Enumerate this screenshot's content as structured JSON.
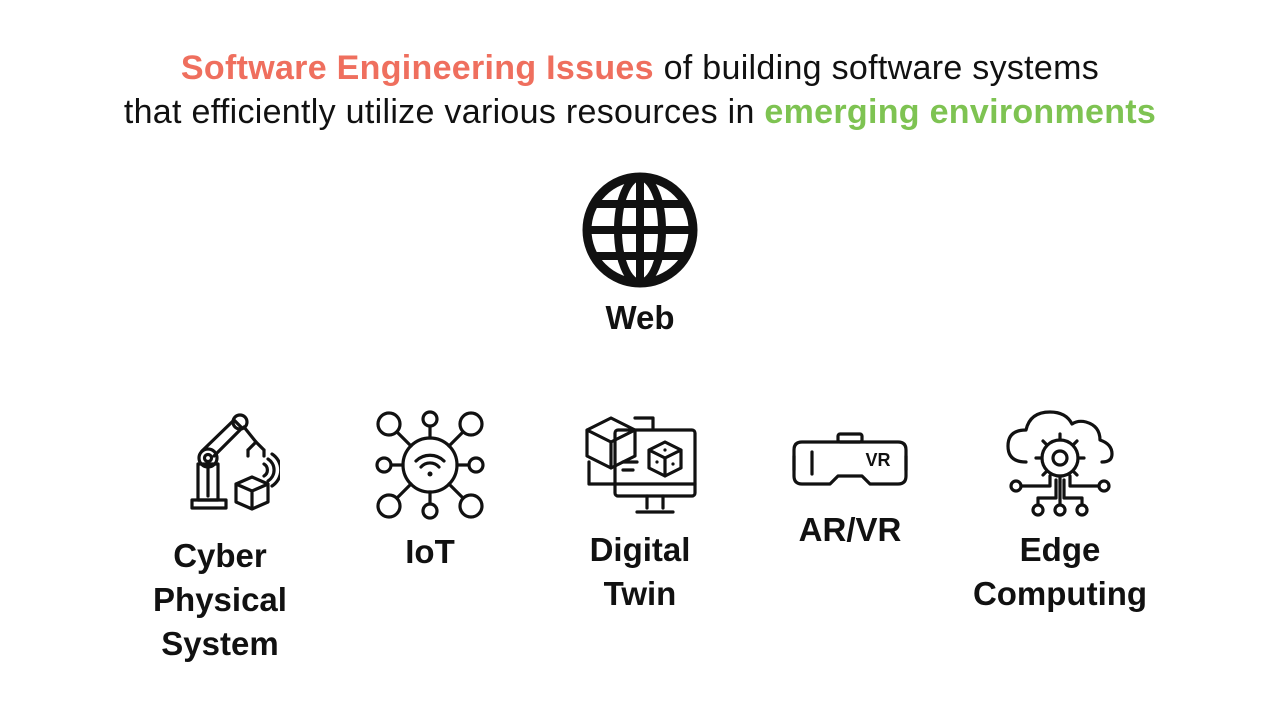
{
  "title": {
    "line1_highlight": "Software Engineering Issues",
    "line1_rest": " of building software systems",
    "line2_start": "that efficiently utilize various resources in ",
    "line2_highlight": "emerging environments"
  },
  "colors": {
    "highlight_red": "#ef6f5e",
    "highlight_green": "#7ec352",
    "text": "#111111"
  },
  "web": {
    "label": "Web",
    "icon": "globe-icon"
  },
  "items": [
    {
      "id": "cps",
      "lines": [
        "Cyber",
        "Physical",
        "System"
      ],
      "icon": "robot-arm-icon"
    },
    {
      "id": "iot",
      "lines": [
        "IoT"
      ],
      "icon": "iot-network-icon"
    },
    {
      "id": "digital_twin",
      "lines": [
        "Digital",
        "Twin"
      ],
      "icon": "digital-twin-icon"
    },
    {
      "id": "arvr",
      "lines": [
        "AR/VR"
      ],
      "icon": "vr-headset-icon",
      "badge": "VR"
    },
    {
      "id": "edge",
      "lines": [
        "Edge",
        "Computing"
      ],
      "icon": "edge-cloud-icon"
    }
  ]
}
